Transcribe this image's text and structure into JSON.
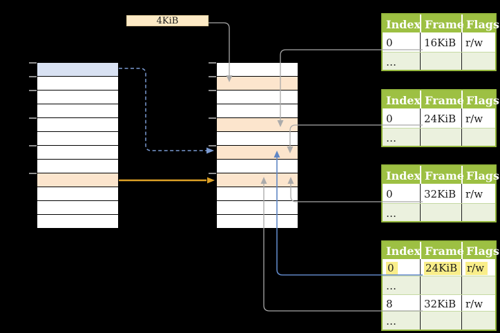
{
  "size_label": "4KiB",
  "virtual_memory": {
    "row_count": 12,
    "row_colors": {
      "0": "blue",
      "8": "orange"
    },
    "ticks": [
      0,
      1,
      2,
      4,
      6,
      8
    ]
  },
  "physical_memory": {
    "row_count": 12,
    "row_colors": {
      "1": "orange",
      "4": "orange",
      "6": "orange",
      "8": "orange"
    },
    "ticks": [
      0,
      1,
      2,
      4,
      6,
      8
    ]
  },
  "page_tables": [
    {
      "name": "page-table-at-16kib",
      "rows": [
        {
          "type": "header",
          "cells": [
            "Index",
            "Frame",
            "Flags"
          ]
        },
        {
          "type": "data",
          "cells": [
            "0",
            "16KiB",
            "r/w"
          ]
        },
        {
          "type": "dots",
          "cells": [
            "…",
            "",
            ""
          ]
        }
      ]
    },
    {
      "name": "page-table-at-24kib",
      "rows": [
        {
          "type": "header",
          "cells": [
            "Index",
            "Frame",
            "Flags"
          ]
        },
        {
          "type": "data",
          "cells": [
            "0",
            "24KiB",
            "r/w"
          ]
        },
        {
          "type": "dots",
          "cells": [
            "…",
            "",
            ""
          ]
        }
      ]
    },
    {
      "name": "page-table-at-32kib",
      "rows": [
        {
          "type": "header",
          "cells": [
            "Index",
            "Frame",
            "Flags"
          ]
        },
        {
          "type": "data",
          "cells": [
            "0",
            "32KiB",
            "r/w"
          ]
        },
        {
          "type": "dots",
          "cells": [
            "…",
            "",
            ""
          ]
        }
      ]
    },
    {
      "name": "level-2-page-table",
      "rows": [
        {
          "type": "header",
          "cells": [
            "Index",
            "Frame",
            "Flags"
          ]
        },
        {
          "type": "data",
          "highlight": true,
          "cells": [
            "0",
            "24KiB",
            "r/w"
          ]
        },
        {
          "type": "dots",
          "cells": [
            "…",
            "",
            ""
          ]
        },
        {
          "type": "data",
          "cells": [
            "8",
            "32KiB",
            "r/w"
          ]
        },
        {
          "type": "dots",
          "cells": [
            "…",
            "",
            ""
          ]
        }
      ]
    }
  ],
  "colors": {
    "background": "#000000",
    "row_white": "#ffffff",
    "row_blue": "#d9e2f3",
    "row_orange": "#fce5cd",
    "label_box_bg": "#fdeac5",
    "label_box_border": "#e6cf9f",
    "table_header_bg": "#9dc043",
    "table_border": "#95b83d",
    "table_alt_row_bg": "#ebf1de",
    "table_row_divider": "#c5d9a2",
    "cell_divider": "#1a1a1a",
    "header_text": "#ffffff",
    "cell_text": "#1a1a1a",
    "connector_gray": "#a8a8a8",
    "arrowhead_gray": "#ababab",
    "connector_blue": "#5f86c5",
    "connector_dashed_blue": "#7b9bd2",
    "connector_orange": "#dda126",
    "tick": "#909090",
    "highlight": "#f9ee8a"
  }
}
